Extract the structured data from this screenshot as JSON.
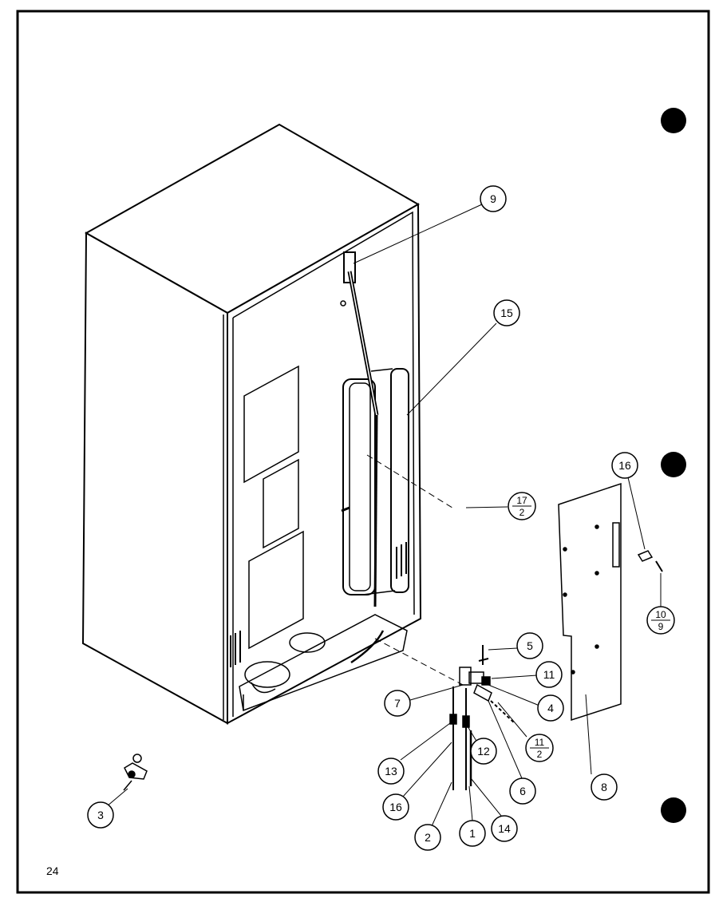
{
  "page": {
    "number": "24"
  },
  "callouts": {
    "c9": "9",
    "c15": "15",
    "c17": {
      "top": "17",
      "bottom": "2"
    },
    "c16_top": "16",
    "c10": {
      "top": "10",
      "bottom": "9"
    },
    "c5": "5",
    "c11": "11",
    "c7": "7",
    "c4": "4",
    "c11b": {
      "top": "11",
      "bottom": "2"
    },
    "c12": "12",
    "c13": "13",
    "c6": "6",
    "c8": "8",
    "c16_low": "16",
    "c2": "2",
    "c1": "1",
    "c14": "14",
    "c3": "3"
  }
}
